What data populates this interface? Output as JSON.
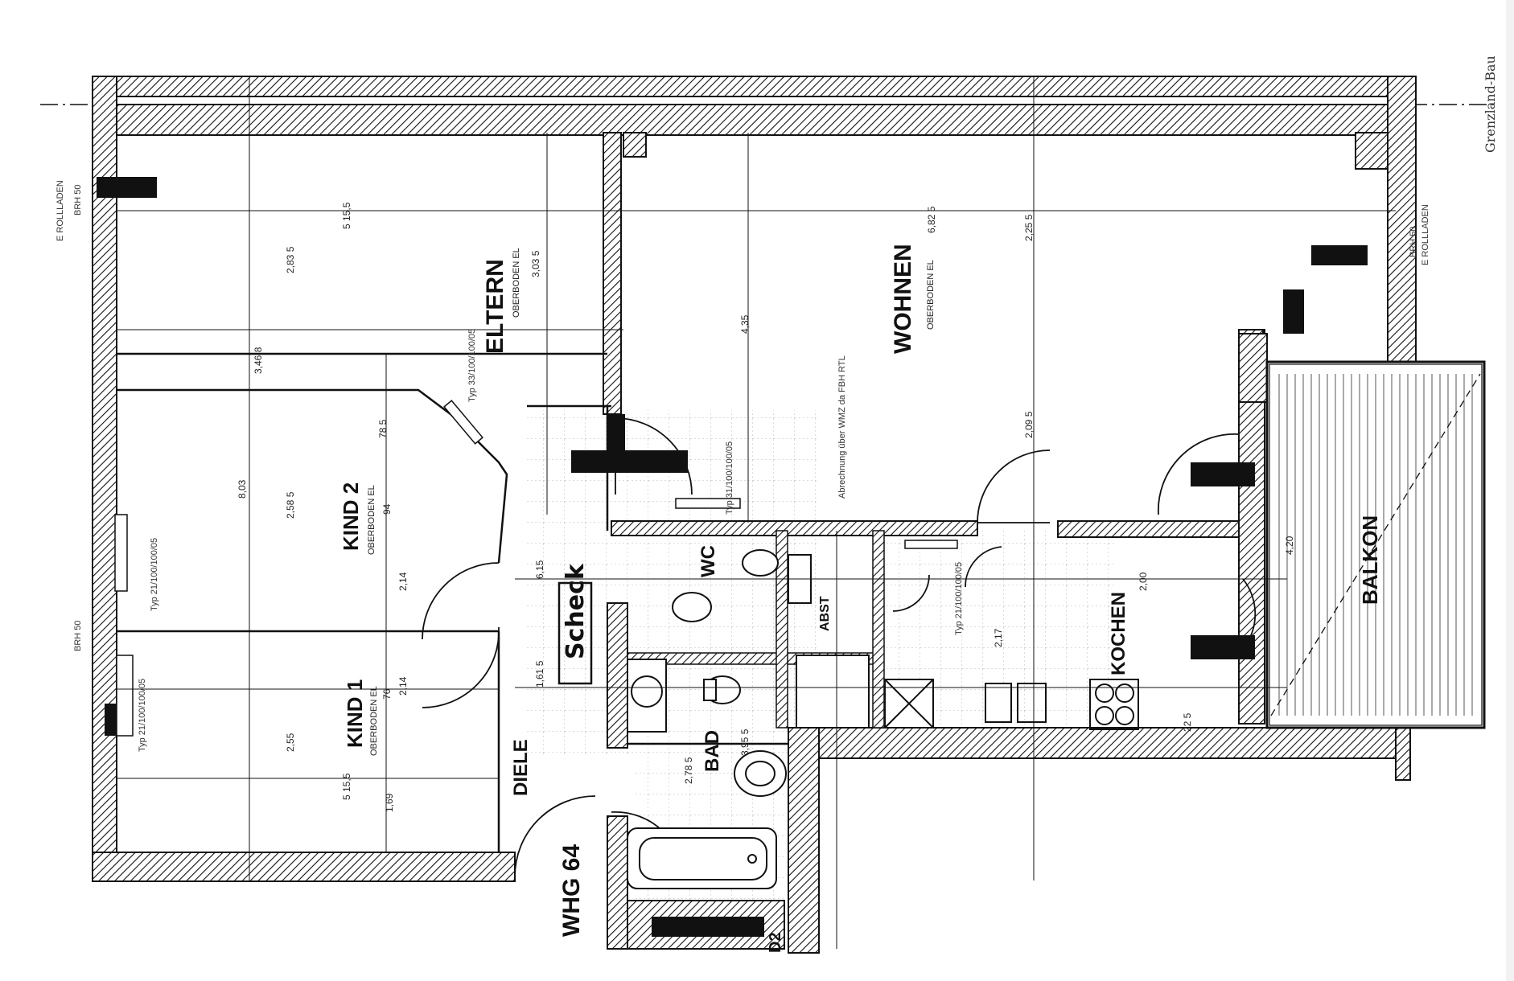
{
  "rooms": {
    "eltern": {
      "label": "ELTERN",
      "floor": "OBERBODEN EL"
    },
    "wohnen": {
      "label": "WOHNEN",
      "floor": "OBERBODEN EL"
    },
    "kind2": {
      "label": "KIND 2",
      "floor": "OBERBODEN EL"
    },
    "kind1": {
      "label": "KIND 1",
      "floor": "OBERBODEN EL"
    },
    "diele": {
      "label": "DIELE"
    },
    "bad": {
      "label": "BAD"
    },
    "wc": {
      "label": "WC"
    },
    "abst": {
      "label": "ABST"
    },
    "kochen": {
      "label": "KOCHEN"
    },
    "balkon": {
      "label": "BALKON"
    }
  },
  "unit_label": "WHG 64",
  "handwritten": "Scheck",
  "stair_label": "D2",
  "margin_text": "Grenzland-Bau",
  "annotations": {
    "rollladen_top": "E ROLLLADEN",
    "brh_top": "BRH 50",
    "brh_left": "BRH 50",
    "brh_right": "BRH 50",
    "rollladen_right": "E ROLLLADEN",
    "heating": "Abrechnung über WMZ da FBH RTL"
  },
  "dimensions": {
    "d_283": "2,83 5",
    "d_303": "3,03 5",
    "d_435": "4,35",
    "d_225": "2,25 5",
    "d_682": "6,82 5",
    "d_155a": "5 15,5",
    "d_155b": "5 15,5",
    "d_346": "3,46 8",
    "d_803": "8,03",
    "d_258": "2,58 5",
    "d_785": "78 5",
    "d_214a": "2,14",
    "d_214b": "2,14",
    "d_255": "2,55",
    "d_209": "2,09 5",
    "d_200": "2,00",
    "d_217": "2,17",
    "d_420": "4,20",
    "d_395": "3,95 5",
    "d_278": "2,78 5",
    "d_169": "1,69",
    "d_161": "1,61 5",
    "d_615": "6,15",
    "d_76": "76",
    "d_94": "94",
    "d_225b": "22 5"
  },
  "window_tags": {
    "w1": "Typ 21/100/100/05",
    "w2": "Typ 21/100/100/05",
    "w3": "Typ 31/100/100/05",
    "w4": "Typ 21/100/100/05",
    "w5": "Typ 33/100/100/05"
  },
  "colors": {
    "wall_hatch": "#111111",
    "background": "#ffffff",
    "ink": "#111111"
  }
}
